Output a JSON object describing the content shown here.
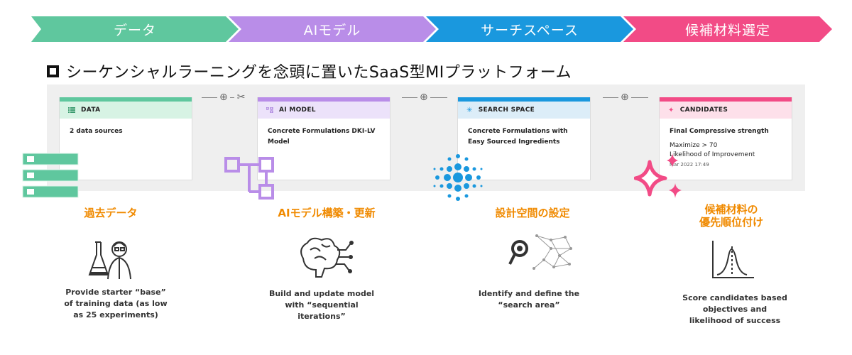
{
  "process_steps": [
    {
      "label": "データ",
      "color": "#5fc79e"
    },
    {
      "label": "AIモデル",
      "color": "#b98de8"
    },
    {
      "label": "サーチスペース",
      "color": "#1a98de"
    },
    {
      "label": "候補材料選定",
      "color": "#f24b86"
    }
  ],
  "headline": "シーケンシャルラーニングを念頭に置いたSaaS型MIプラットフォーム",
  "cards": [
    {
      "title": "DATA",
      "accent": "#5fc79e",
      "head_bg": "#d7f3e4",
      "icon": "list-icon",
      "body": "2 data sources"
    },
    {
      "title": "AI MODEL",
      "accent": "#b98de8",
      "head_bg": "#ece2fa",
      "icon": "network-icon",
      "body": "Concrete Formulations DKI-LV Model"
    },
    {
      "title": "SEARCH SPACE",
      "accent": "#1a98de",
      "head_bg": "#dcedf8",
      "icon": "sparkle-icon",
      "body": "Concrete Formulations with Easy Sourced Ingredients"
    },
    {
      "title": "CANDIDATES",
      "accent": "#f24b86",
      "head_bg": "#fde0ea",
      "icon": "sparkle-icon",
      "body": "Final Compressive strength",
      "line2": "Maximize > 70",
      "line3": "Likelihood of Improvement",
      "date": "Mar 2022 17:49"
    }
  ],
  "steps": [
    {
      "title": "過去データ",
      "desc": "Provide starter “base” of training data (as low as 25 experiments)"
    },
    {
      "title": "AIモデル構築・更新",
      "desc": "Build and update model with “sequential iterations”"
    },
    {
      "title": "設計空間の設定",
      "desc": "Identify and define the “search area”"
    },
    {
      "title": "候補材料の\n優先順位付け",
      "desc": "Score candidates based objectives and likelihood of success"
    }
  ]
}
